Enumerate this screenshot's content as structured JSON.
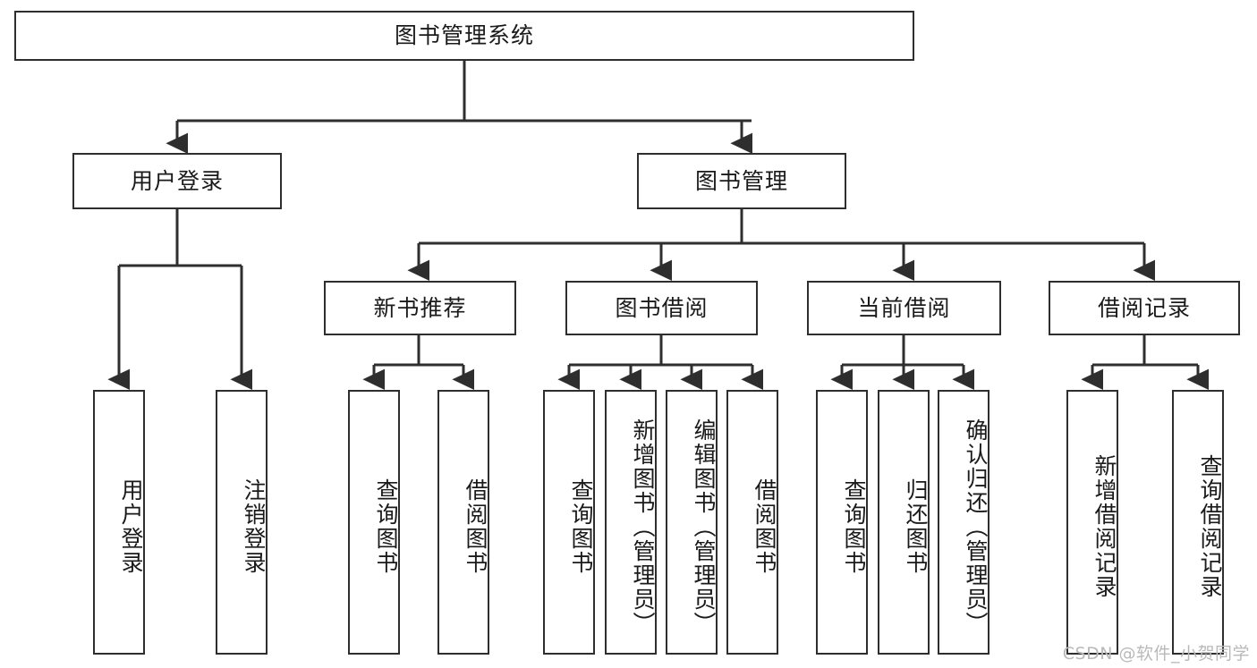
{
  "diagram": {
    "title": "图书管理系统",
    "watermark": "CSDN @软件_小贺同学",
    "colors": {
      "stroke": "#2e2e2e",
      "fill": "#ffffff",
      "text": "#1a1a1a",
      "watermark": "#b9b9b9"
    },
    "levels": {
      "root": {
        "label": "图书管理系统"
      },
      "level2": [
        {
          "id": "user-login",
          "label": "用户登录"
        },
        {
          "id": "book-manage",
          "label": "图书管理"
        }
      ],
      "level3": [
        {
          "id": "new-book-recommend",
          "label": "新书推荐",
          "parent": "book-manage"
        },
        {
          "id": "book-borrow",
          "label": "图书借阅",
          "parent": "book-manage"
        },
        {
          "id": "current-borrow",
          "label": "当前借阅",
          "parent": "book-manage"
        },
        {
          "id": "borrow-record",
          "label": "借阅记录",
          "parent": "book-manage"
        }
      ],
      "leaves": [
        {
          "id": "leaf-user-login",
          "label": "用户登录",
          "parent": "user-login"
        },
        {
          "id": "leaf-logout-login",
          "label": "注销登录",
          "parent": "user-login"
        },
        {
          "id": "leaf-query-book-1",
          "label": "查询图书",
          "parent": "new-book-recommend"
        },
        {
          "id": "leaf-borrow-book-1",
          "label": "借阅图书",
          "parent": "new-book-recommend"
        },
        {
          "id": "leaf-query-book-2",
          "label": "查询图书",
          "parent": "book-borrow"
        },
        {
          "id": "leaf-add-book",
          "label": "新增图书（管理员）",
          "parent": "book-borrow"
        },
        {
          "id": "leaf-edit-book",
          "label": "编辑图书（管理员）",
          "parent": "book-borrow"
        },
        {
          "id": "leaf-borrow-book-2",
          "label": "借阅图书",
          "parent": "book-borrow"
        },
        {
          "id": "leaf-query-book-3",
          "label": "查询图书",
          "parent": "current-borrow"
        },
        {
          "id": "leaf-return-book",
          "label": "归还图书",
          "parent": "current-borrow"
        },
        {
          "id": "leaf-confirm-return",
          "label": "确认归还（管理员）",
          "parent": "current-borrow"
        },
        {
          "id": "leaf-add-record",
          "label": "新增借阅记录",
          "parent": "borrow-record"
        },
        {
          "id": "leaf-query-record",
          "label": "查询借阅记录",
          "parent": "borrow-record"
        }
      ]
    }
  }
}
